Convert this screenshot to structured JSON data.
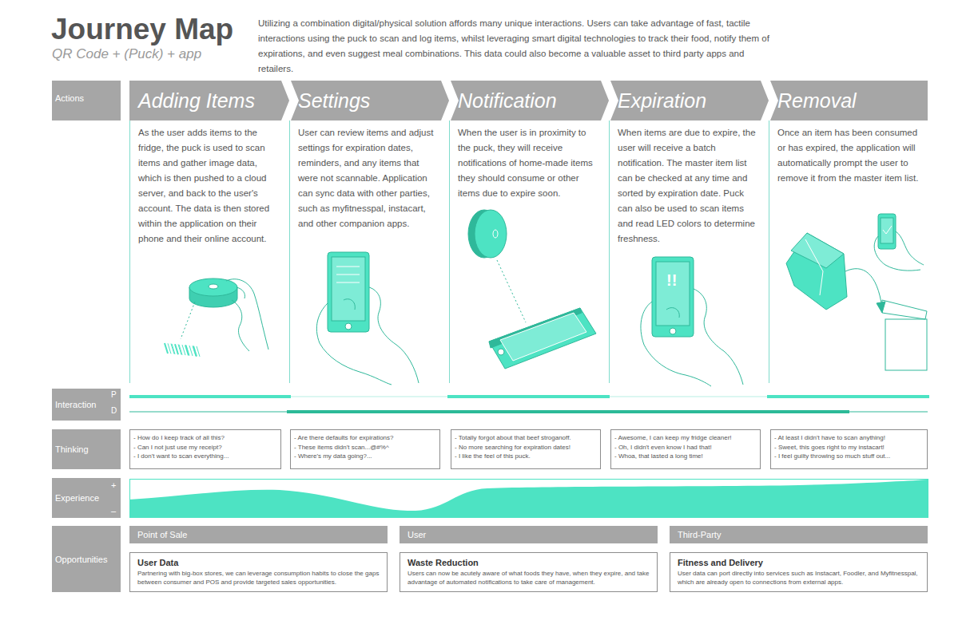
{
  "diagram": {
    "title": "Journey Map",
    "nodes": [
      {
        "text": [
          "Actions"
        ]
      },
      {
        "text": [
          "Adding Items",
          "As the user adds items to the fridge, the puck is used to scan items and gather image data, which is then pushed to a cloud server, and back to the user's account. The data is then stored within the application on their phone and their online account."
        ]
      },
      {
        "text": [
          "Settings",
          "User can review items and adjust settings for expiration dates, reminders, and any items that were not scannable. Application can sync data with other parties, such as myfitnesspal, instacart, and other companion apps."
        ]
      },
      {
        "text": [
          "Notification",
          "When the user is in proximity to the puck, they will receive notifications of home-made items they should consume or other items due to expire soon."
        ]
      },
      {
        "text": [
          "Expiration",
          "When items are due to expire, the user will receive a batch notification. The master item list can be checked at any time and sorted by expiration date. Puck can also be used to scan items and read LED colors to determine freshness."
        ]
      },
      {
        "text": [
          "Removal",
          "Once an item has been consumed or has expired, the application will automatically prompt the user to remove it from the master item list."
        ]
      },
      {
        "text": [
          "Interaction"
        ]
      },
      {
        "text": [
          "Thinking"
        ]
      },
      {
        "text": [
          "- How do I keep track of all this?",
          "- Can I not just use my receipt?",
          "- I don't want to scan everything..."
        ]
      },
      {
        "text": [
          "- Are there defaults for expirations?",
          "- These items didn't scan...@#%^",
          "- Where's my data going?..."
        ]
      },
      {
        "text": [
          "- Totally forgot about that beef stroganoff.",
          "- No more searching for expiration dates!",
          "- I like the feel of this puck."
        ]
      },
      {
        "text": [
          "- Awesome, I can keep my fridge cleaner!",
          "- Oh, I didn't even know I had that!",
          "- Whoa, that lasted a long time!"
        ]
      },
      {
        "text": [
          "- At least I didn't have to scan anything!",
          "- Sweet, this goes right to my instacart!",
          "- I feel guilty throwing so much stuff out..."
        ]
      },
      {
        "text": [
          "Experience"
        ]
      },
      {
        "text": [
          "Opportunities"
        ]
      },
      {
        "text": [
          "Point of Sale"
        ]
      },
      {
        "text": [
          "User"
        ]
      },
      {
        "text": [
          "Third-Party"
        ]
      },
      {
        "text": [
          "User Data",
          "Partnering with big-box stores, we can leverage consumption habits to close the gaps between consumer and POS and provide targeted sales opportunities."
        ]
      },
      {
        "text": [
          "Waste Reduction",
          "Users can now be acutely aware of what foods they have, when they expire, and take advantage of automated notifications to take care of management."
        ]
      },
      {
        "text": [
          "Fitness and Delivery",
          "User data can port directly into services such as Instacart, Foodler, and Myfitnesspal, which are already open to connections from external apps."
        ]
      }
    ],
    "labels": [
      "QR Code + (Puck) + app",
      "Utilizing a combination digital/physical solution affords many unique interactions. Users can take advantage of fast, tactile interactions using the puck to scan and log items, whilst leveraging smart digital technologies to track their food, notify them of expirations, and even suggest meal combinations. This data could also become a valuable asset to third party apps and retailers.",
      "P",
      "D",
      "+",
      "–",
      "!!"
    ]
  }
}
